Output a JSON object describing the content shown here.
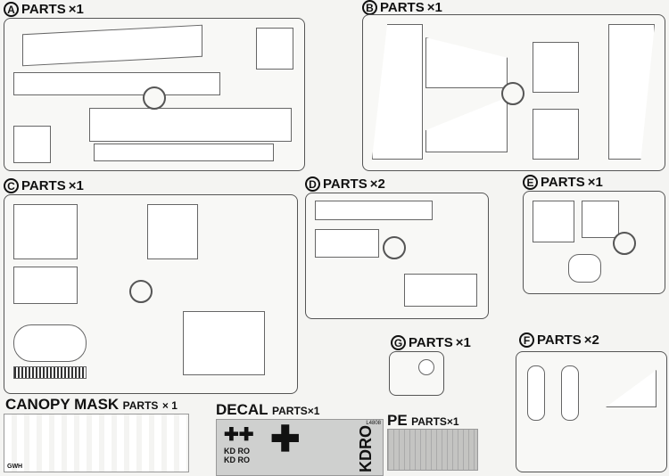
{
  "sprues": [
    {
      "letter": "A",
      "label": "PARTS",
      "qty": "×1"
    },
    {
      "letter": "B",
      "label": "PARTS",
      "qty": "×1"
    },
    {
      "letter": "C",
      "label": "PARTS",
      "qty": "×1"
    },
    {
      "letter": "D",
      "label": "PARTS",
      "qty": "×2"
    },
    {
      "letter": "E",
      "label": "PARTS",
      "qty": "×1"
    },
    {
      "letter": "G",
      "label": "PARTS",
      "qty": "×1"
    },
    {
      "letter": "F",
      "label": "PARTS",
      "qty": "×2"
    }
  ],
  "canopy_mask": {
    "title": "CANOPY MASK",
    "label": "PARTS",
    "qty": "× 1",
    "brand": "GWH"
  },
  "decal": {
    "title": "DECAL",
    "label": "PARTS",
    "qty": "×1",
    "code": "L4808",
    "markings": [
      "KD",
      "RO",
      "KD",
      "RO"
    ],
    "side_text": "KDRO"
  },
  "pe": {
    "title": "PE",
    "label": "PARTS",
    "qty": "×1"
  }
}
